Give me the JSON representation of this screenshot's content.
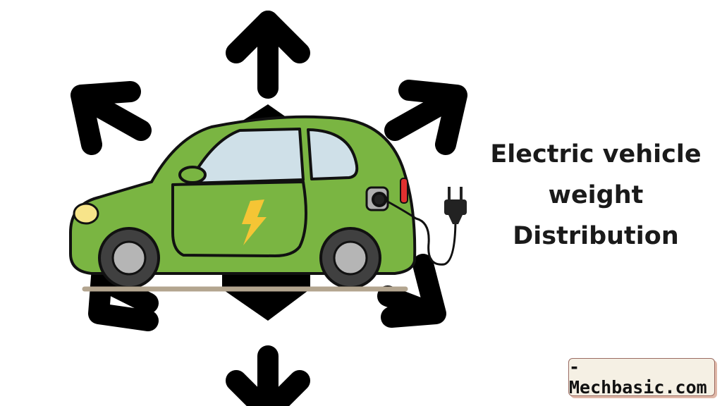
{
  "title": {
    "line1": "Electric vehicle",
    "line2": "weight",
    "line3": "Distribution"
  },
  "watermark": "-Mechbasic.com",
  "colors": {
    "car_body": "#7ab542",
    "window": "#cfe0e8",
    "bolt": "#f5c535",
    "arrow": "#000000",
    "ground": "#b3a58f"
  },
  "icons": [
    "arrow-up-icon",
    "arrow-down-icon",
    "arrow-upper-left-icon",
    "arrow-upper-right-icon",
    "arrow-lower-left-icon",
    "arrow-lower-right-icon",
    "lightning-bolt-icon",
    "charging-plug-icon"
  ]
}
